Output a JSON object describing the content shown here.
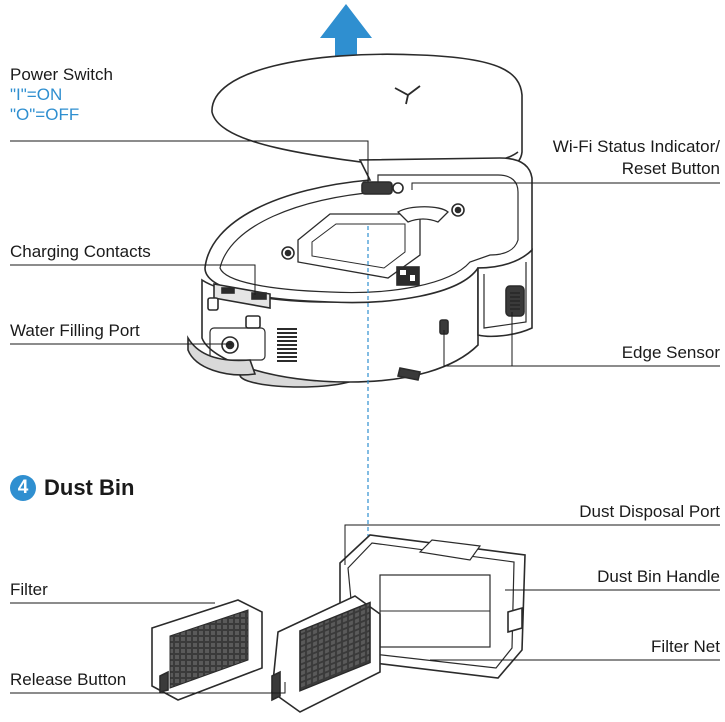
{
  "labels": {
    "power_switch": "Power Switch",
    "power_on": "\"I\"=ON",
    "power_off": "\"O\"=OFF",
    "wifi_line1": "Wi-Fi Status Indicator/",
    "wifi_line2": "Reset Button",
    "charging_contacts": "Charging Contacts",
    "water_filling_port": "Water Filling Port",
    "edge_sensor": "Edge Sensor",
    "dust_disposal_port": "Dust Disposal Port",
    "filter": "Filter",
    "dust_bin_handle": "Dust Bin Handle",
    "filter_net": "Filter Net",
    "release_button": "Release Button"
  },
  "section": {
    "number": "4",
    "title": "Dust Bin"
  },
  "colors": {
    "accent": "#2f8fd0",
    "line": "#1a1a1a",
    "outline": "#2b2b2b"
  }
}
